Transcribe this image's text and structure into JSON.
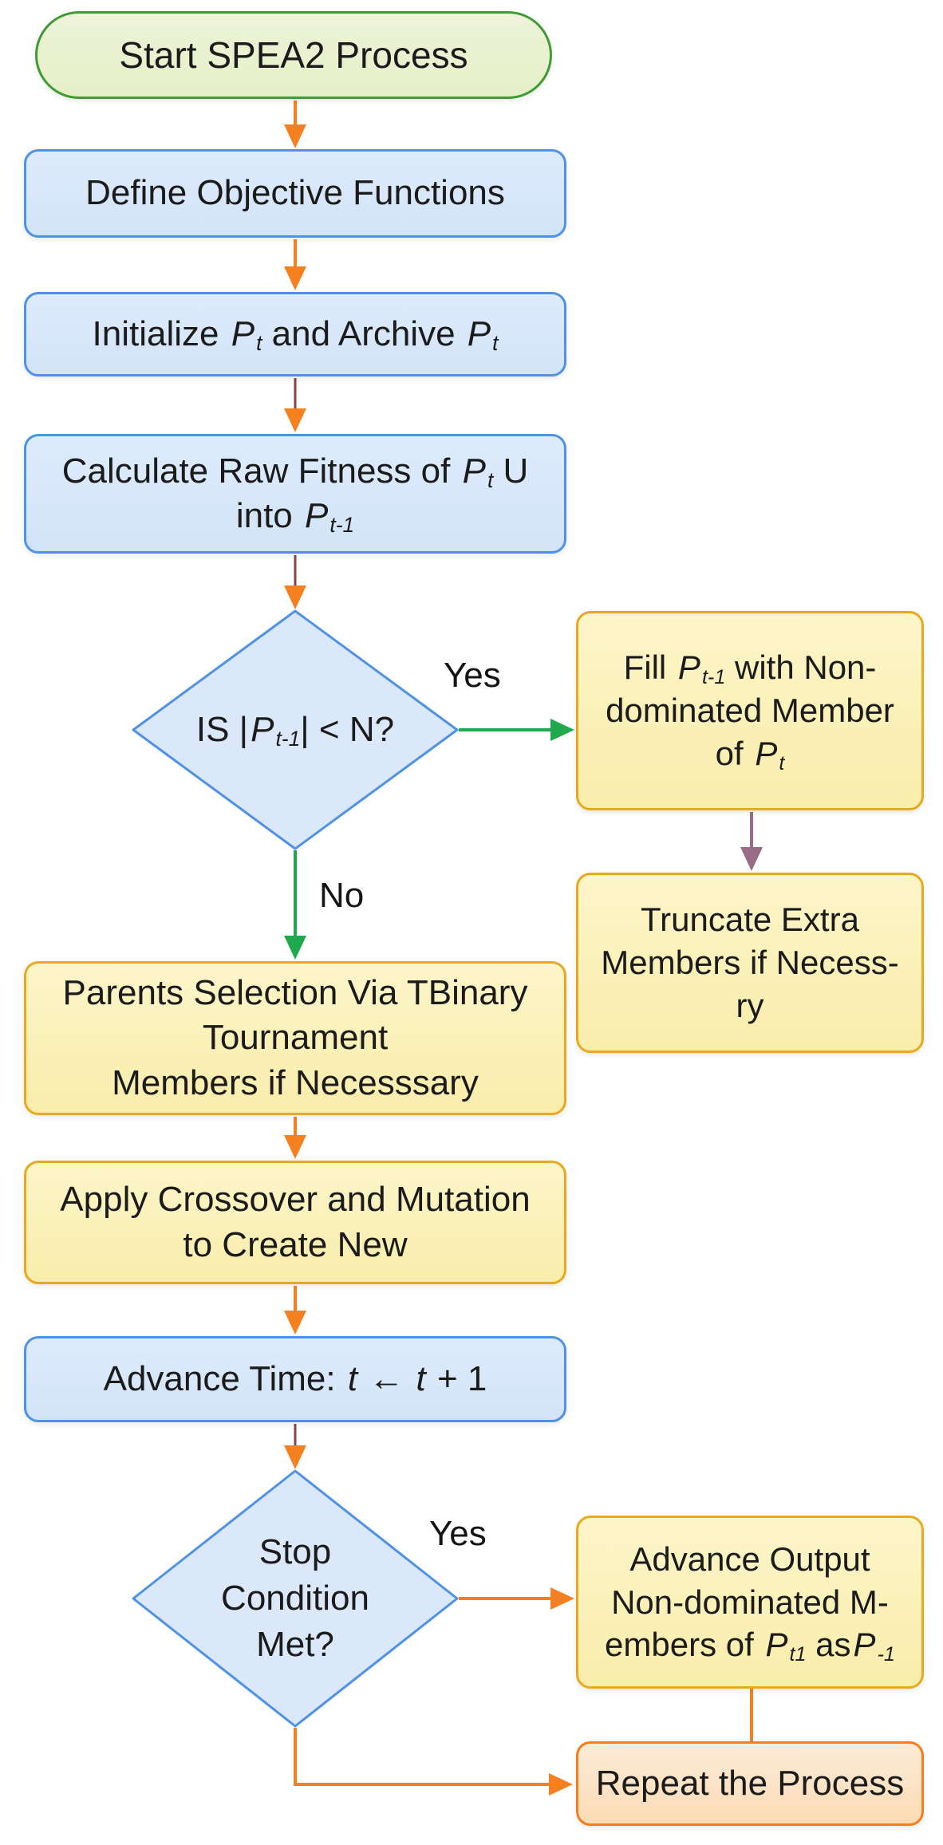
{
  "page": {
    "background": "#ffffff",
    "kind": "flowchart",
    "subject": "SPEA2 Process"
  },
  "palette": {
    "orange": "#f5801f",
    "green": "#1fa84e",
    "mauve": "#9a6b86",
    "maroon": "#8d4242",
    "blue_border": "#4e92e7",
    "blue_fill": "#dbe8fa",
    "yellow_border": "#e9a91e",
    "yellow_fill": "#fbf2ba",
    "green_border": "#3f9c35",
    "green_fill": "#e9f0d2",
    "peach_border": "#f57d1e",
    "peach_fill": "#fce3c2",
    "text": "#1b1b1b"
  },
  "nodes": {
    "start": {
      "shape": "terminator",
      "lines": [
        {
          "segs": [
            {
              "t": "Start SPEA2 Process"
            }
          ]
        }
      ]
    },
    "define": {
      "shape": "process",
      "lines": [
        {
          "segs": [
            {
              "t": "Define Objective Functions"
            }
          ]
        }
      ]
    },
    "init": {
      "shape": "process",
      "lines": [
        {
          "segs": [
            {
              "t": "Initialize "
            },
            {
              "t": "P",
              "k": "v"
            },
            {
              "t": "t",
              "k": "s"
            },
            {
              "t": " and Archive "
            },
            {
              "t": "P",
              "k": "v"
            },
            {
              "t": "t",
              "k": "s"
            }
          ]
        }
      ]
    },
    "calc": {
      "shape": "process",
      "lines": [
        {
          "segs": [
            {
              "t": "Calculate Raw Fitness of "
            },
            {
              "t": "P",
              "k": "v"
            },
            {
              "t": "t",
              "k": "s"
            },
            {
              "t": " U"
            }
          ]
        },
        {
          "segs": [
            {
              "t": "into "
            },
            {
              "t": "P",
              "k": "v"
            },
            {
              "t": "t-1",
              "k": "s"
            }
          ]
        }
      ]
    },
    "d1": {
      "shape": "decision",
      "lines": [
        {
          "segs": [
            {
              "t": "IS |"
            },
            {
              "t": "P",
              "k": "v"
            },
            {
              "t": "t-1",
              "k": "s"
            },
            {
              "t": "| < N?"
            }
          ]
        }
      ]
    },
    "fill": {
      "shape": "process",
      "lines": [
        {
          "segs": [
            {
              "t": "Fill "
            },
            {
              "t": "P",
              "k": "v"
            },
            {
              "t": "t-1",
              "k": "s"
            },
            {
              "t": " with Non-"
            }
          ]
        },
        {
          "segs": [
            {
              "t": "dominated Member"
            }
          ]
        },
        {
          "segs": [
            {
              "t": "of "
            },
            {
              "t": "P",
              "k": "v"
            },
            {
              "t": "t",
              "k": "s"
            }
          ]
        }
      ]
    },
    "truncate": {
      "shape": "process",
      "lines": [
        {
          "segs": [
            {
              "t": "Truncate Extra"
            }
          ]
        },
        {
          "segs": [
            {
              "t": "Members if Necess-"
            }
          ]
        },
        {
          "segs": [
            {
              "t": "ry"
            }
          ]
        }
      ]
    },
    "parents": {
      "shape": "process",
      "lines": [
        {
          "segs": [
            {
              "t": "Parents Selection Via TBinary"
            }
          ]
        },
        {
          "segs": [
            {
              "t": "Tournament"
            }
          ]
        },
        {
          "segs": [
            {
              "t": "Members if Necesssary"
            }
          ]
        }
      ]
    },
    "apply": {
      "shape": "process",
      "lines": [
        {
          "segs": [
            {
              "t": "Apply Crossover and Mutation"
            }
          ]
        },
        {
          "segs": [
            {
              "t": "to Create New"
            }
          ]
        }
      ]
    },
    "advtime": {
      "shape": "process",
      "lines": [
        {
          "segs": [
            {
              "t": "Advance Time: "
            },
            {
              "t": "t",
              "k": "v"
            },
            {
              "t": " ← "
            },
            {
              "t": "t",
              "k": "v"
            },
            {
              "t": " + 1"
            }
          ]
        }
      ]
    },
    "d2": {
      "shape": "decision",
      "lines": [
        {
          "segs": [
            {
              "t": "Stop"
            }
          ]
        },
        {
          "segs": [
            {
              "t": "Condition"
            }
          ]
        },
        {
          "segs": [
            {
              "t": "Met?"
            }
          ]
        }
      ]
    },
    "advout": {
      "shape": "process",
      "lines": [
        {
          "segs": [
            {
              "t": "Advance Output"
            }
          ]
        },
        {
          "segs": [
            {
              "t": "Non-dominated M-"
            }
          ]
        },
        {
          "segs": [
            {
              "t": "embers of "
            },
            {
              "t": "P",
              "k": "v"
            },
            {
              "t": "t1",
              "k": "s"
            },
            {
              "t": " as"
            },
            {
              "t": "P",
              "k": "v"
            },
            {
              "t": "-1",
              "k": "s"
            }
          ]
        }
      ]
    },
    "repeat": {
      "shape": "terminator",
      "lines": [
        {
          "segs": [
            {
              "t": "Repeat the Process"
            }
          ]
        }
      ]
    }
  },
  "edge_labels": {
    "yes1": "Yes",
    "no1": "No",
    "yes2": "Yes"
  }
}
